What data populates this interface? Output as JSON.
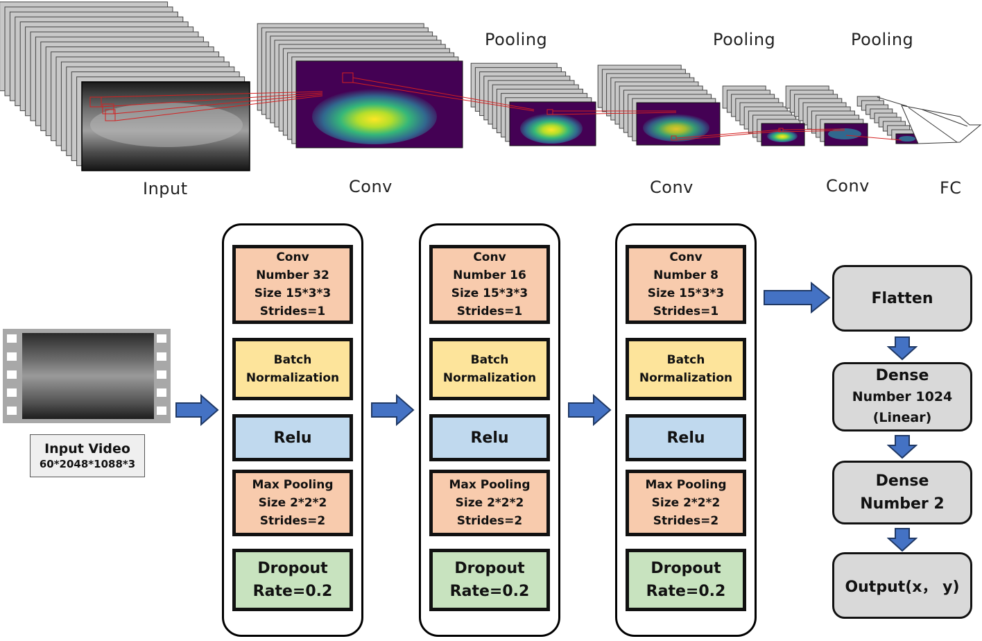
{
  "top_figure": {
    "labels": {
      "input": "Input",
      "conv_1": "Conv",
      "pooling_1": "Pooling",
      "conv_2": "Conv",
      "pooling_2": "Pooling",
      "conv_3": "Conv",
      "pooling_3": "Pooling",
      "fc": "FC"
    },
    "colors": {
      "stack_gray": "#c8c8c8",
      "heatmap_bg": "#440154",
      "heatmap_mid": "#21918c",
      "heatmap_hi": "#fde725",
      "connector": "#d42020"
    }
  },
  "input": {
    "title": "Input Video",
    "dims": "60*2048*1088*3"
  },
  "blocks": [
    {
      "conv": [
        "Conv",
        "Number 32",
        "Size 15*3*3",
        "Strides=1"
      ],
      "bn": [
        "Batch",
        "Normalization"
      ],
      "relu": "Relu",
      "pool": [
        "Max Pooling",
        "Size 2*2*2",
        "Strides=2"
      ],
      "dropout": [
        "Dropout",
        "Rate=0.2"
      ]
    },
    {
      "conv": [
        "Conv",
        "Number 16",
        "Size 15*3*3",
        "Strides=1"
      ],
      "bn": [
        "Batch",
        "Normalization"
      ],
      "relu": "Relu",
      "pool": [
        "Max Pooling",
        "Size 2*2*2",
        "Strides=2"
      ],
      "dropout": [
        "Dropout",
        "Rate=0.2"
      ]
    },
    {
      "conv": [
        "Conv",
        "Number 8",
        "Size 15*3*3",
        "Strides=1"
      ],
      "bn": [
        "Batch",
        "Normalization"
      ],
      "relu": "Relu",
      "pool": [
        "Max Pooling",
        "Size 2*2*2",
        "Strides=2"
      ],
      "dropout": [
        "Dropout",
        "Rate=0.2"
      ]
    }
  ],
  "head": {
    "flatten": "Flatten",
    "dense1": [
      "Dense",
      "Number 1024",
      "(Linear)"
    ],
    "dense2": [
      "Dense",
      "Number 2"
    ],
    "output": "Output(x， y)"
  },
  "colors": {
    "conv": "#f8cbad",
    "bn": "#fde49b",
    "relu": "#c0d9ee",
    "dropout": "#c8e3bf",
    "head_box": "#d9d9d9",
    "arrow": "#4472c4"
  }
}
